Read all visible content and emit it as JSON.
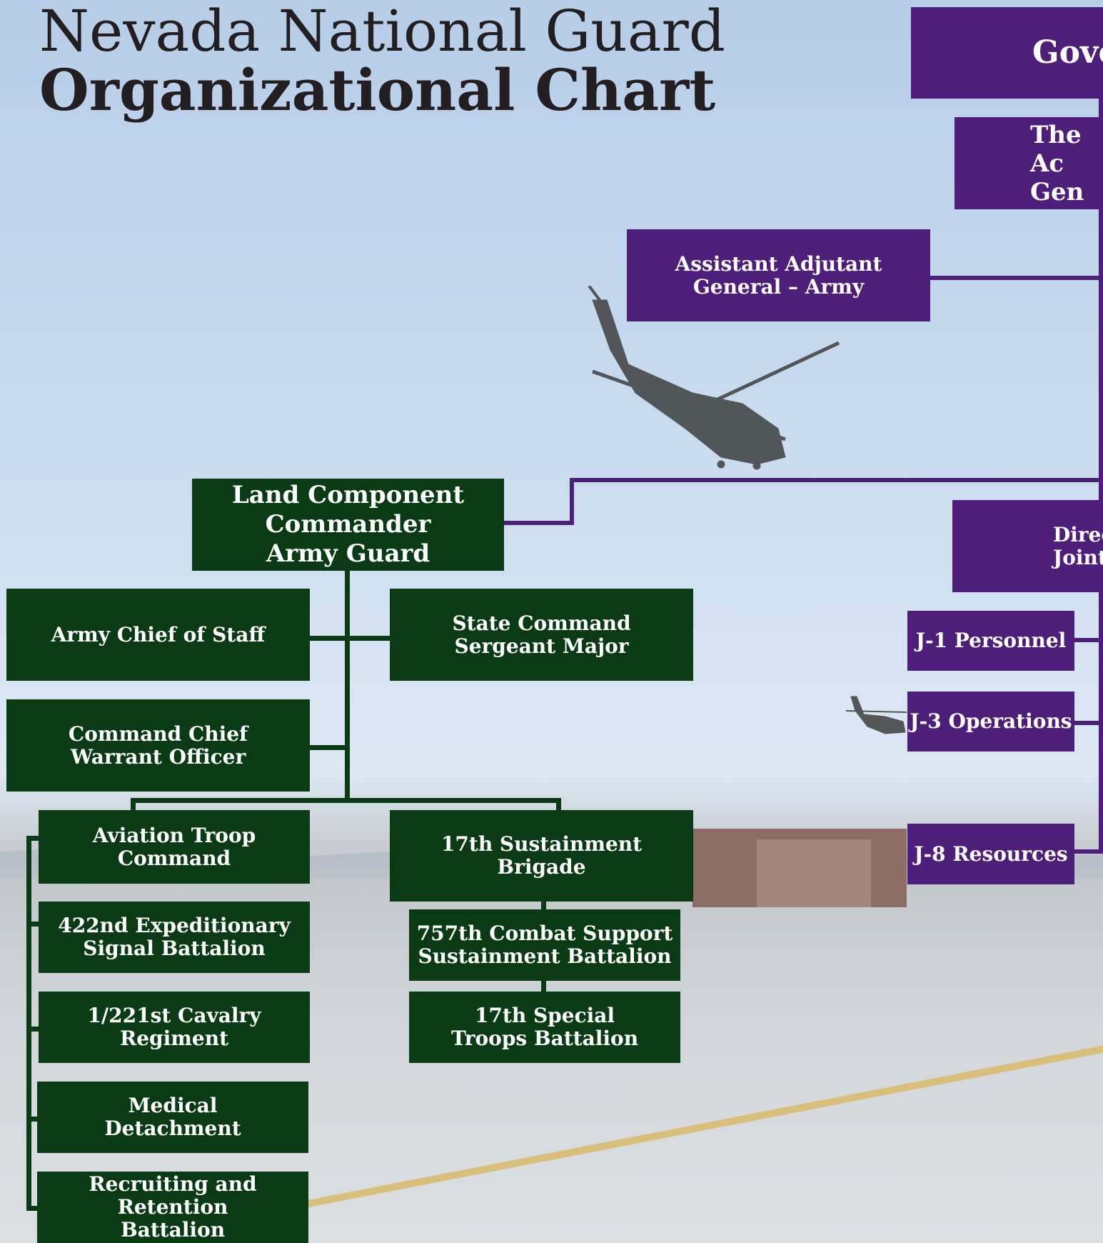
{
  "header": {
    "title_line1": "Nevada National Guard",
    "title_line2": "Organizational Chart"
  },
  "colors": {
    "army_green": "#0a3b14",
    "command_purple": "#4e1f7a",
    "title_text": "#231f20"
  },
  "nodes": {
    "governor": "Gove",
    "adjutant_general": "The Ac\nGen",
    "assistant_adjutant_general_army": "Assistant Adjutant\nGeneral – Army",
    "land_component_commander": "Land Component\nCommander\nArmy Guard",
    "director_joint_staff": "Direc\nJoint",
    "j1": "J-1 Personnel",
    "j3": "J-3 Operations",
    "j8": "J-8 Resources",
    "army_chief_of_staff": "Army Chief of Staff",
    "state_command_sergeant_major": "State Command\nSergeant Major",
    "command_chief_warrant_officer": "Command Chief\nWarrant Officer",
    "aviation_troop_command": "Aviation Troop\nCommand",
    "signal_battalion_422": "422nd Expeditionary\nSignal Battalion",
    "cavalry_regiment_221": "1/221st Cavalry\nRegiment",
    "medical_detachment": "Medical\nDetachment",
    "recruiting_retention_battalion": "Recruiting and Retention\nBattalion",
    "sustainment_brigade_17": "17th Sustainment\nBrigade",
    "combat_support_battalion_757": "757th Combat Support\nSustainment Battalion",
    "special_troops_battalion_17": "17th Special\nTroops Battalion"
  },
  "photo_icons": [
    "helicopter-icon",
    "helicopter-small-icon"
  ]
}
